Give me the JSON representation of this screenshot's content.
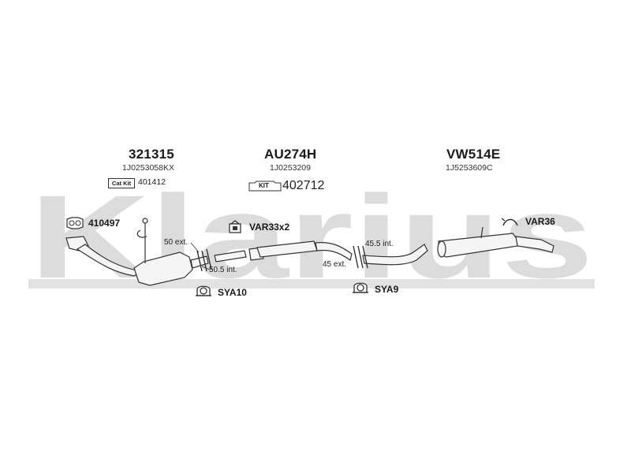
{
  "watermark": {
    "text": "Klarius",
    "color": "#dcdcdc"
  },
  "sections": {
    "front": {
      "part_number": "321315",
      "oem_ref": "1J0253058KX"
    },
    "middle": {
      "part_number": "AU274H",
      "oem_ref": "1J0253209"
    },
    "rear": {
      "part_number": "VW514E",
      "oem_ref": "1J5253609C"
    }
  },
  "kits": {
    "cat_kit": {
      "badge": "Cat Kit",
      "number": "401412"
    },
    "fitting_kit": {
      "badge": "KIT",
      "number": "402712"
    }
  },
  "accessories": {
    "gasket": {
      "code": "410497",
      "icon": "gasket-icon"
    },
    "clamp_middle": {
      "code": "VAR33x2",
      "icon": "clamp-icon"
    },
    "clamp_rear": {
      "code": "VAR36",
      "icon": "bracket-icon"
    },
    "mount_front": {
      "code": "SYA10",
      "icon": "rubber-mount-icon"
    },
    "mount_rear": {
      "code": "SYA9",
      "icon": "rubber-mount-icon"
    }
  },
  "measurements": {
    "ext_50": "50 ext.",
    "int_50_5": "50.5 int.",
    "int_45_5": "45.5 int.",
    "ext_45": "45 ext."
  },
  "colors": {
    "line": "#333333",
    "pipe_fill": "#f4f4f4"
  }
}
